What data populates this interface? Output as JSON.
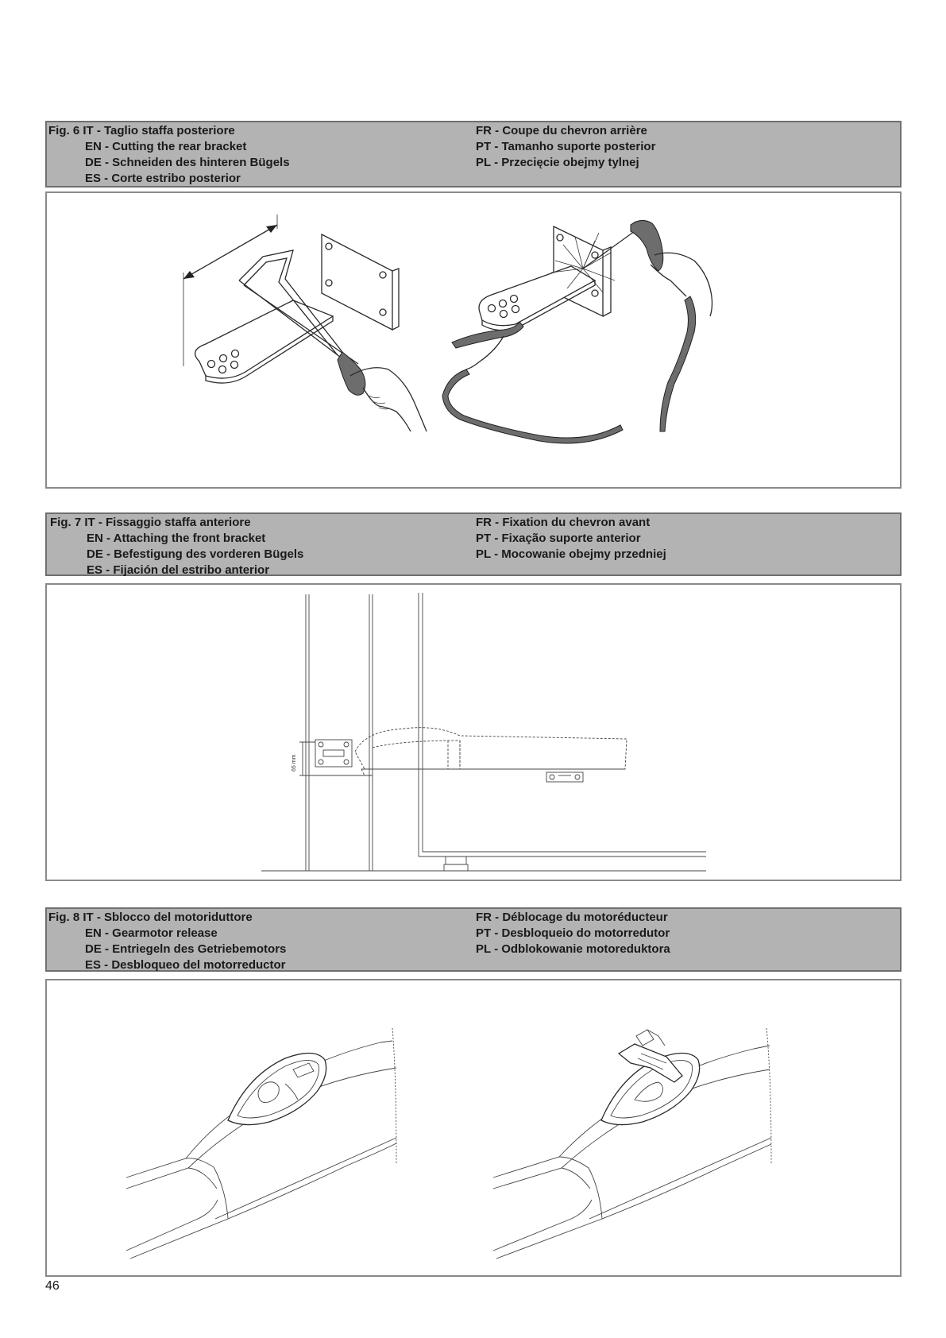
{
  "fig6": {
    "label": "Fig. 6",
    "it": "IT - Taglio staffa posteriore",
    "en": "EN - Cutting the rear bracket",
    "de": "DE - Schneiden des hinteren Bügels",
    "es": "ES - Corte estribo posterior",
    "fr": "FR - Coupe du chevron arrière",
    "pt": "PT - Tamanho suporte posterior",
    "pl": "PL - Przecięcie obejmy tylnej"
  },
  "fig7": {
    "label": "Fig. 7",
    "it": "IT - Fissaggio staffa anteriore",
    "en": "EN - Attaching the front bracket",
    "de": "DE - Befestigung des vorderen Bügels",
    "es": "ES - Fijación del estribo anterior",
    "fr": "FR - Fixation du chevron avant",
    "pt": "PT - Fixação suporte anterior",
    "pl": "PL - Mocowanie obejmy przedniej",
    "dimension": "65 mm"
  },
  "fig8": {
    "label": "Fig. 8",
    "it": "IT - Sblocco del motoriduttore",
    "en": "EN - Gearmotor release",
    "de": "DE - Entriegeln des Getriebemotors",
    "es": "ES - Desbloqueo del motorreductor",
    "fr": "FR - Déblocage du motoréducteur",
    "pt": "PT - Desbloqueio do motorredutor",
    "pl": "PL - Odblokowanie motoreduktora"
  },
  "page_number": "46"
}
